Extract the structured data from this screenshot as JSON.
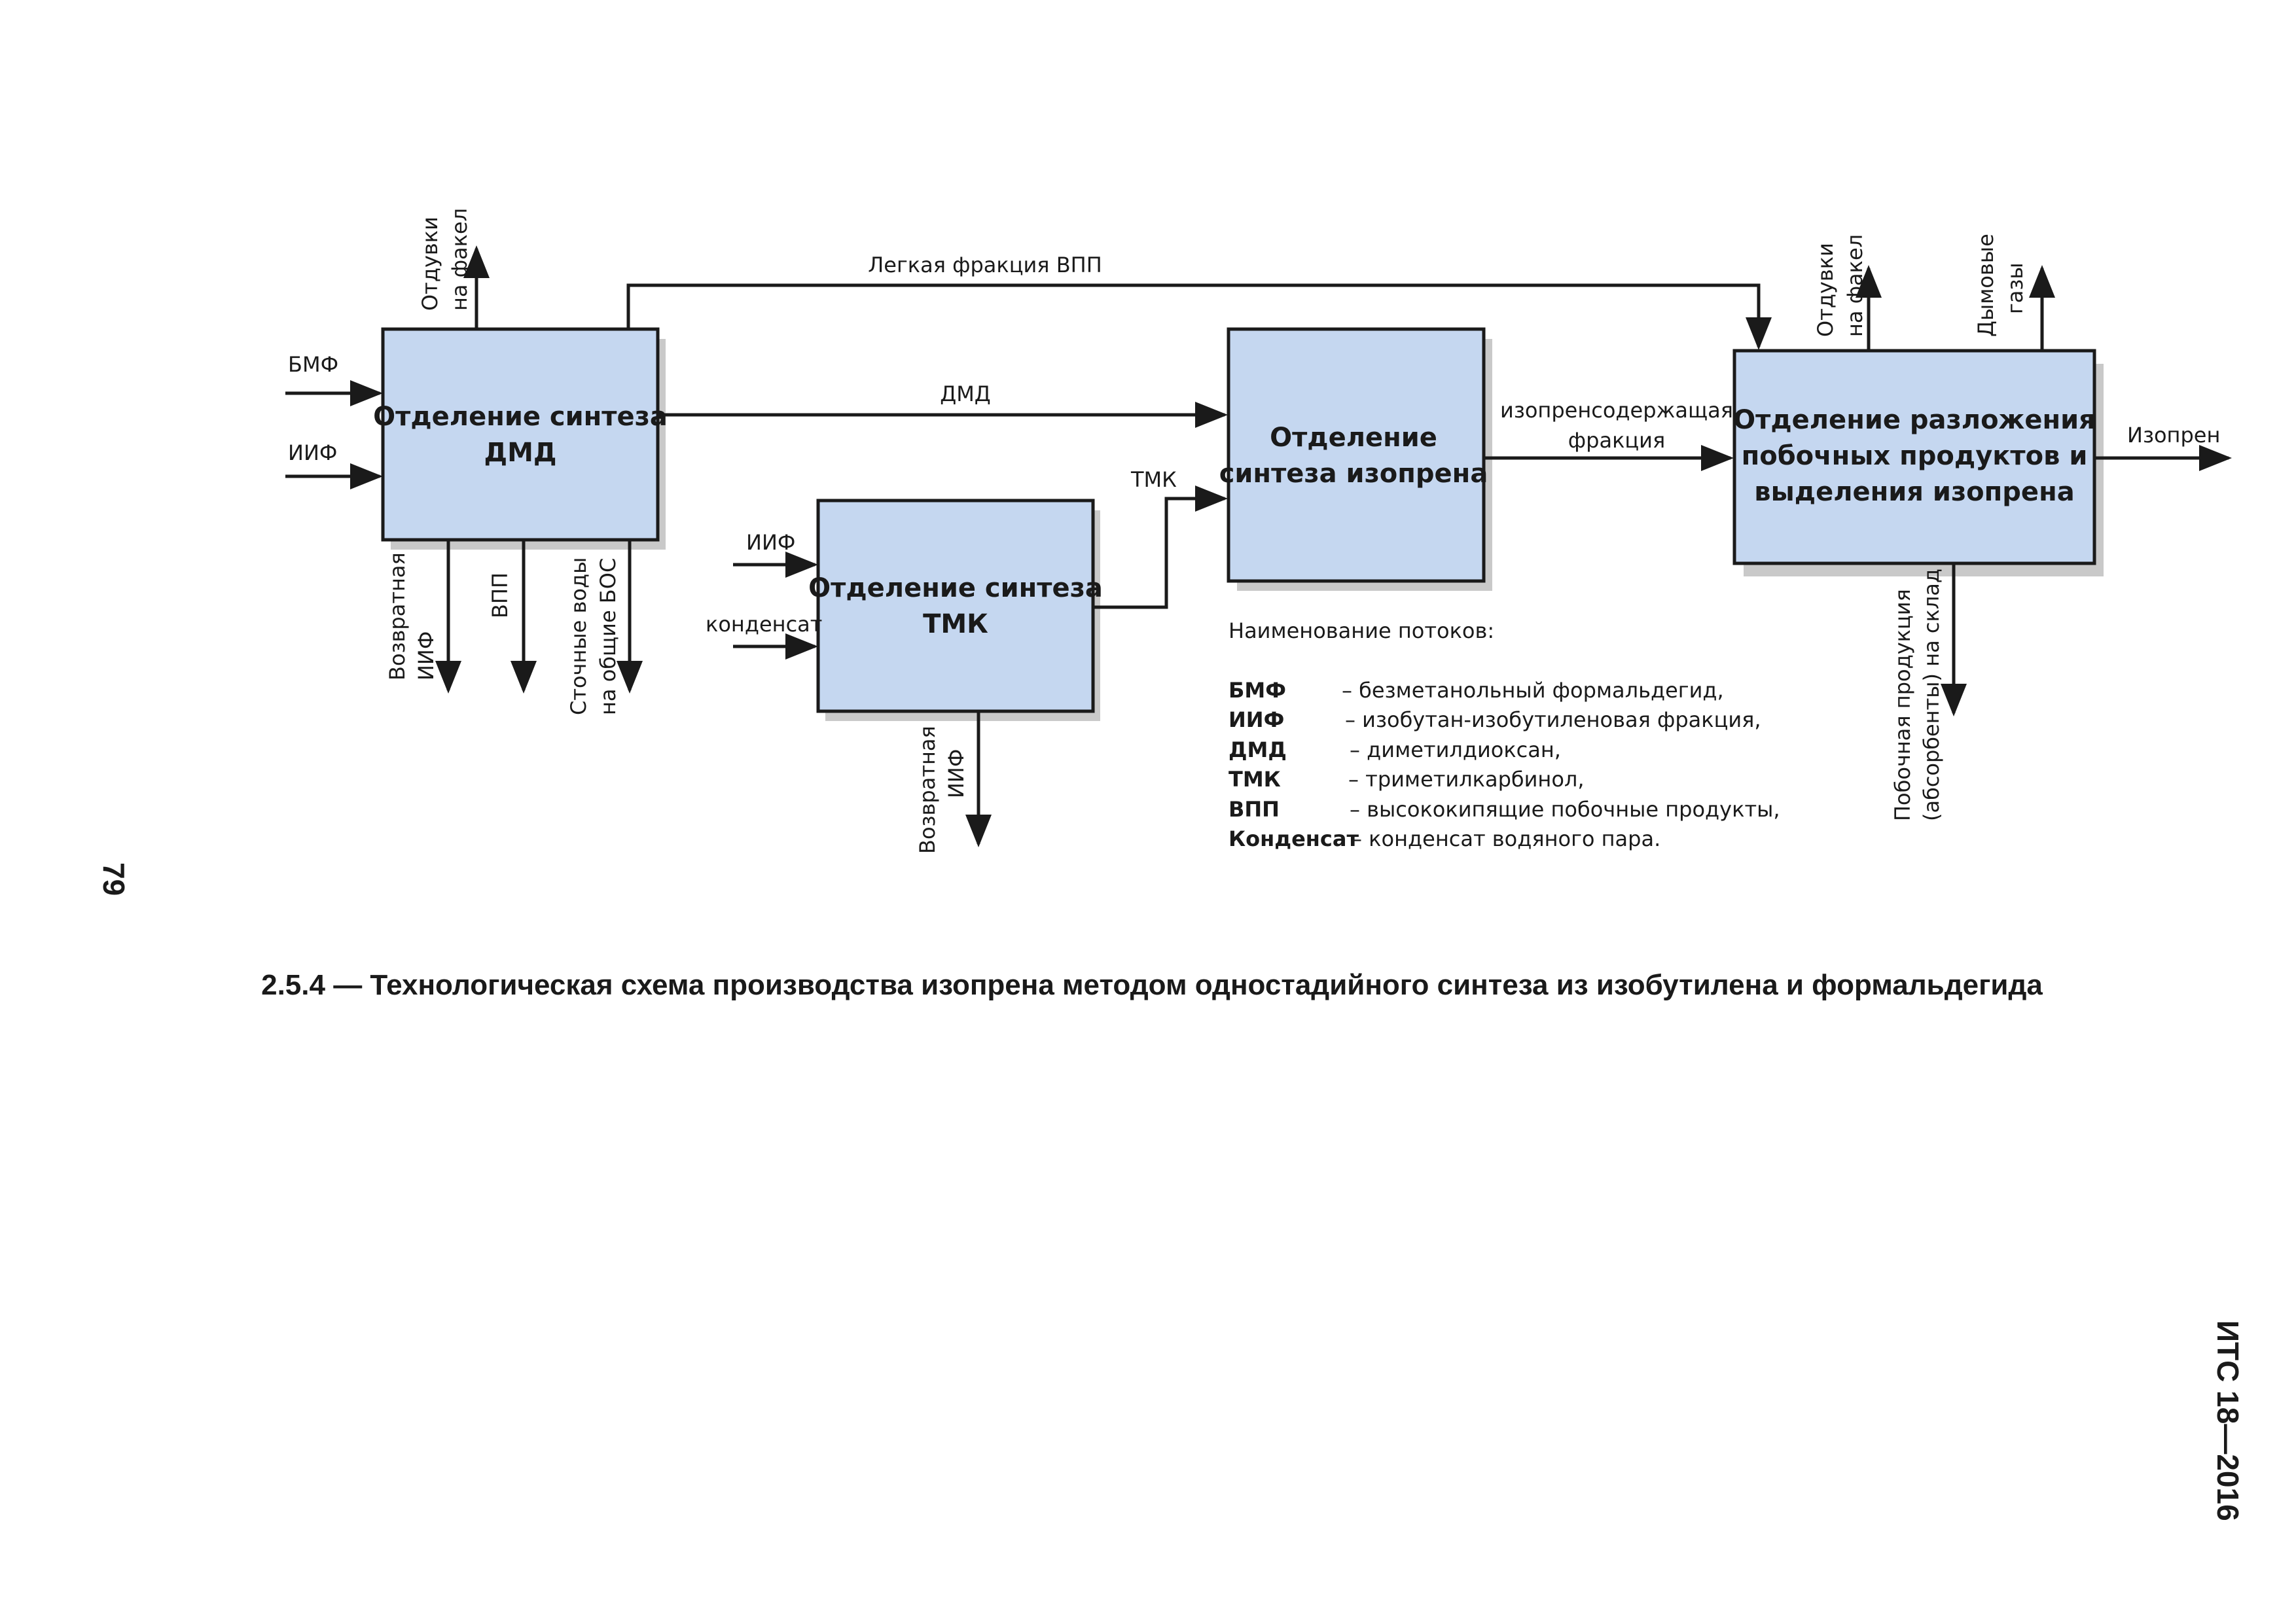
{
  "diagram": {
    "boxes": {
      "dmd": {
        "line1": "Отделение синтеза",
        "line2": "ДМД"
      },
      "tmk": {
        "line1": "Отделение синтеза",
        "line2": "ТМК"
      },
      "isoprene": {
        "line1": "Отделение",
        "line2": "синтеза изопрена"
      },
      "decomp": {
        "line1": "Отделение разложения",
        "line2": "побочных продуктов и",
        "line3": "выделения изопрена"
      }
    },
    "flows": {
      "bmf_in": "БМФ",
      "iif_in_dmd": "ИИФ",
      "iif_in_tmk": "ИИФ",
      "condensate_in": "конденсат",
      "dmd_stream": "ДМД",
      "tmk_stream": "ТМК",
      "light_fraction": "Легкая фракция ВПП",
      "isoprene_fraction_1": "изопренсодержащая",
      "isoprene_fraction_2": "фракция",
      "isoprene_out": "Изопрен",
      "blowdown_dmd_1": "Отдувки",
      "blowdown_dmd_2": "на факел",
      "blowdown_decomp_1": "Отдувки",
      "blowdown_decomp_2": "на факел",
      "flue_gas_1": "Дымовые",
      "flue_gas_2": "газы",
      "return_iif_dmd_1": "Возвратная",
      "return_iif_dmd_2": "ИИФ",
      "vpp_out": "ВПП",
      "wastewater_1": "Сточные воды",
      "wastewater_2": "на общие БОС",
      "return_iif_tmk_1": "Возвратная",
      "return_iif_tmk_2": "ИИФ",
      "byproducts_1": "Побочная продукция",
      "byproducts_2": "(абсорбенты) на склад"
    },
    "legend": {
      "title": "Наименование потоков:",
      "items": [
        {
          "key": "БМФ",
          "desc": "– безметанольный формальдегид,"
        },
        {
          "key": "ИИФ",
          "desc": "– изобутан-изобутиленовая фракция,"
        },
        {
          "key": "ДМД",
          "desc": "– диметилдиоксан,"
        },
        {
          "key": "ТМК",
          "desc": "– триметилкарбинол,"
        },
        {
          "key": "ВПП",
          "desc": "– высококипящие побочные продукты,"
        },
        {
          "key": "Конденсат",
          "desc": "– конденсат водяного пара."
        }
      ]
    }
  },
  "caption": "2.5.4 — Технологическая схема производства изопрена методом одностадийного синтеза из изобутилена и формальдегида",
  "page_number": "79",
  "doc_id": "ИТС 18—2016"
}
